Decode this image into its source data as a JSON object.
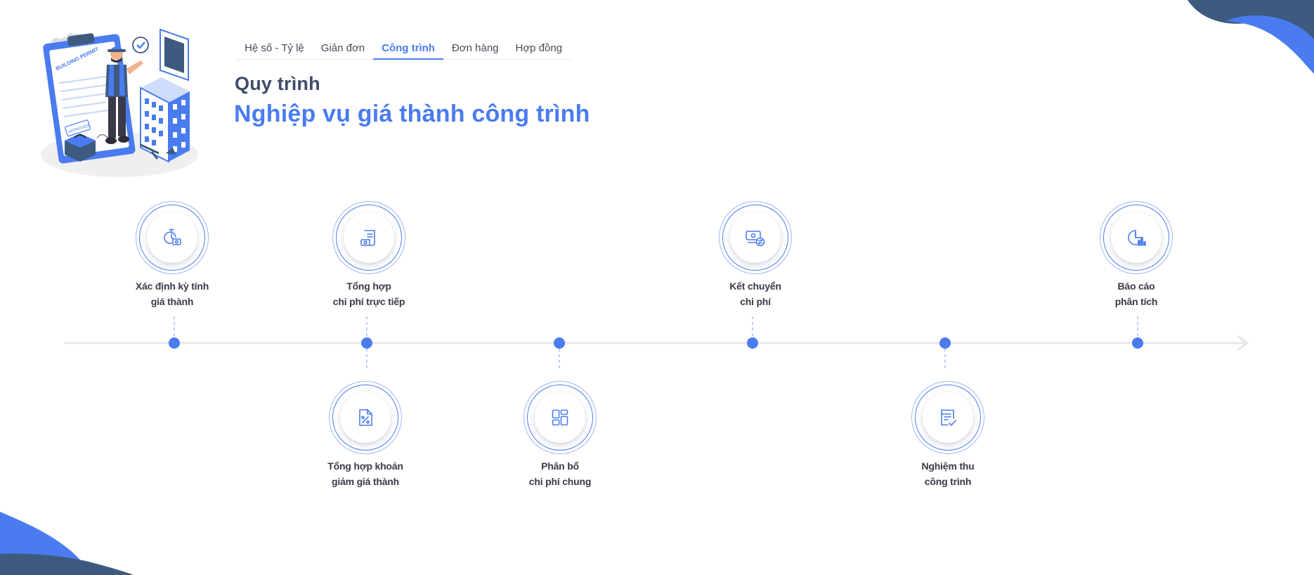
{
  "tabs": [
    {
      "label": "Hệ số - Tỷ lệ",
      "active": false
    },
    {
      "label": "Giản đơn",
      "active": false
    },
    {
      "label": "Công trình",
      "active": true
    },
    {
      "label": "Đơn hàng",
      "active": false
    },
    {
      "label": "Hợp đồng",
      "active": false
    }
  ],
  "heading": {
    "subtitle": "Quy trình",
    "title": "Nghiệp vụ giá thành công trình"
  },
  "illustration": {
    "permit_text": "BUILDING PERMIT",
    "stamp_text": "APPROVED"
  },
  "steps": [
    {
      "id": "xac-dinh",
      "icon": "stopwatch-money-icon",
      "line1": "Xác định kỳ tính",
      "line2": "giá thành"
    },
    {
      "id": "tong-hop-truc-tiep",
      "icon": "receipt-money-icon",
      "line1": "Tổng hợp",
      "line2": "chi phí trực tiếp"
    },
    {
      "id": "tong-hop-giam",
      "icon": "percent-document-icon",
      "line1": "Tổng hợp khoản",
      "line2": "giảm giá thành"
    },
    {
      "id": "phan-bo",
      "icon": "dashboard-grid-icon",
      "line1": "Phân bổ",
      "line2": "chi phí chung"
    },
    {
      "id": "ket-chuyen",
      "icon": "money-transfer-icon",
      "line1": "Kết chuyển",
      "line2": "chi phí"
    },
    {
      "id": "nghiem-thu",
      "icon": "checklist-icon",
      "line1": "Nghiệm thu",
      "line2": "công trình"
    },
    {
      "id": "bao-cao",
      "icon": "pie-chart-icon",
      "line1": "Báo cáo",
      "line2": "phân tích"
    }
  ],
  "colors": {
    "accent": "#4a7cf0",
    "dark_navy": "#3e5a7e",
    "line": "#e6e8ee",
    "text": "#3a3a48"
  }
}
